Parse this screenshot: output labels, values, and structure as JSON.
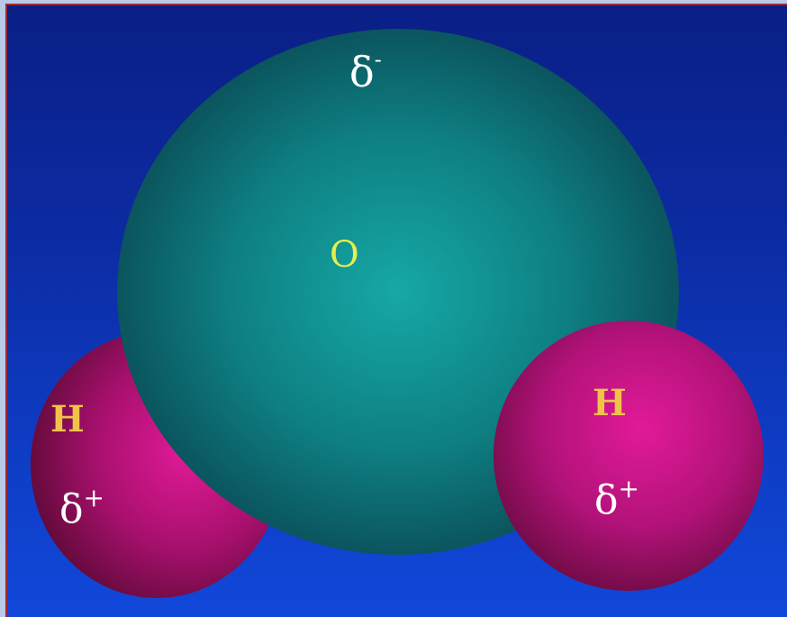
{
  "diagram": {
    "oxygen": {
      "symbol": "O",
      "charge": "δ",
      "charge_sign": "-"
    },
    "hydrogen_left": {
      "symbol": "H",
      "charge": "δ",
      "charge_sign": "+"
    },
    "hydrogen_right": {
      "symbol": "H",
      "charge": "δ",
      "charge_sign": "+"
    }
  },
  "colors": {
    "background_top": "#0a1f86",
    "background_bottom": "#1148da",
    "oxygen_center": "#13a3a3",
    "oxygen_edge": "#0a4f57",
    "hydrogen_center": "#d6188f",
    "hydrogen_edge": "#6d0a3e",
    "oxygen_label": "#e8ef4a",
    "hydrogen_label": "#f0c24a",
    "charge_label": "#ffffff",
    "frame_border": "#9c2a32"
  }
}
